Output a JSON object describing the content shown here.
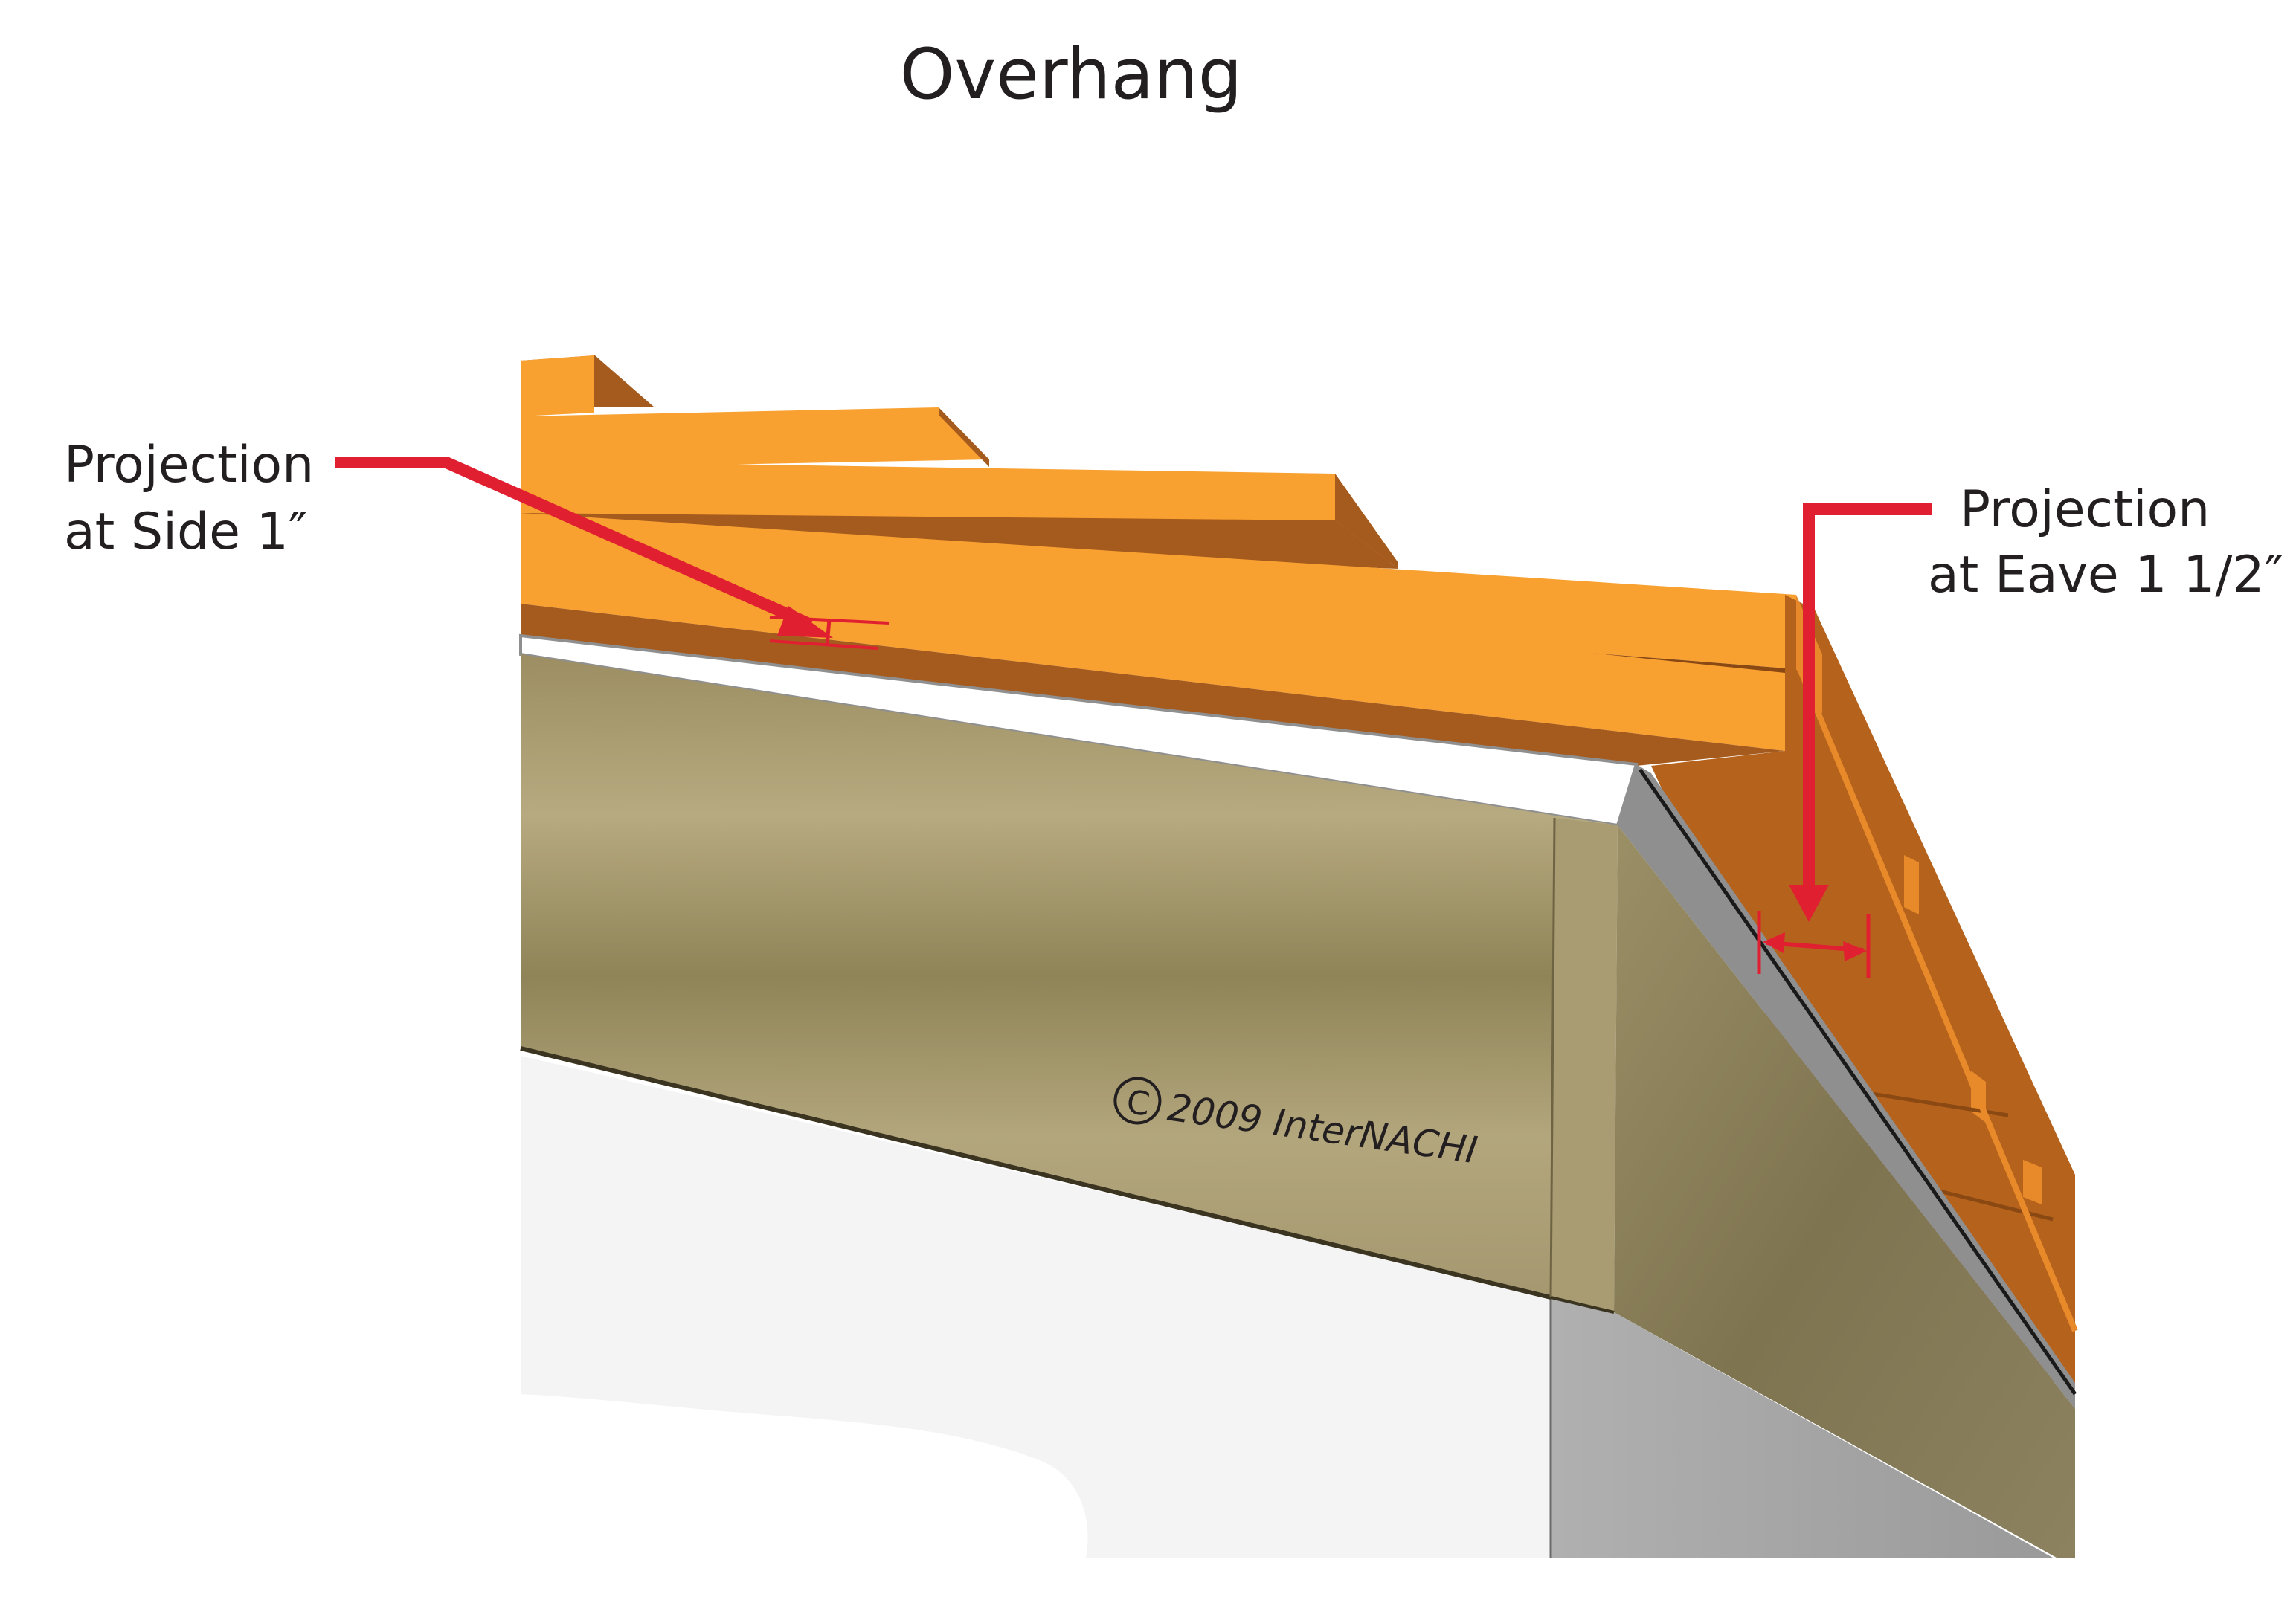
{
  "title": "Overhang",
  "labels": {
    "side": {
      "line1": "Projection",
      "line2": "at Side 1″"
    },
    "eave": {
      "line1": "Projection",
      "line2": "at Eave 1 1/2″"
    }
  },
  "watermark": {
    "symbol": "C",
    "text": "2009  InterNACHI"
  },
  "colors": {
    "shingle_top": "#f8a030",
    "shingle_edge": "#a55a1e",
    "shingle_dark": "#8a4812",
    "fascia": "#aea074",
    "fascia_side": "#8a7e57",
    "drip_edge": "#ffffff",
    "drip_edge_metal": "#8f8f8f",
    "wall": "#f4f4f4",
    "wall_side": "#a8a8a8",
    "arrow": "#e02030",
    "text": "#231f20"
  }
}
